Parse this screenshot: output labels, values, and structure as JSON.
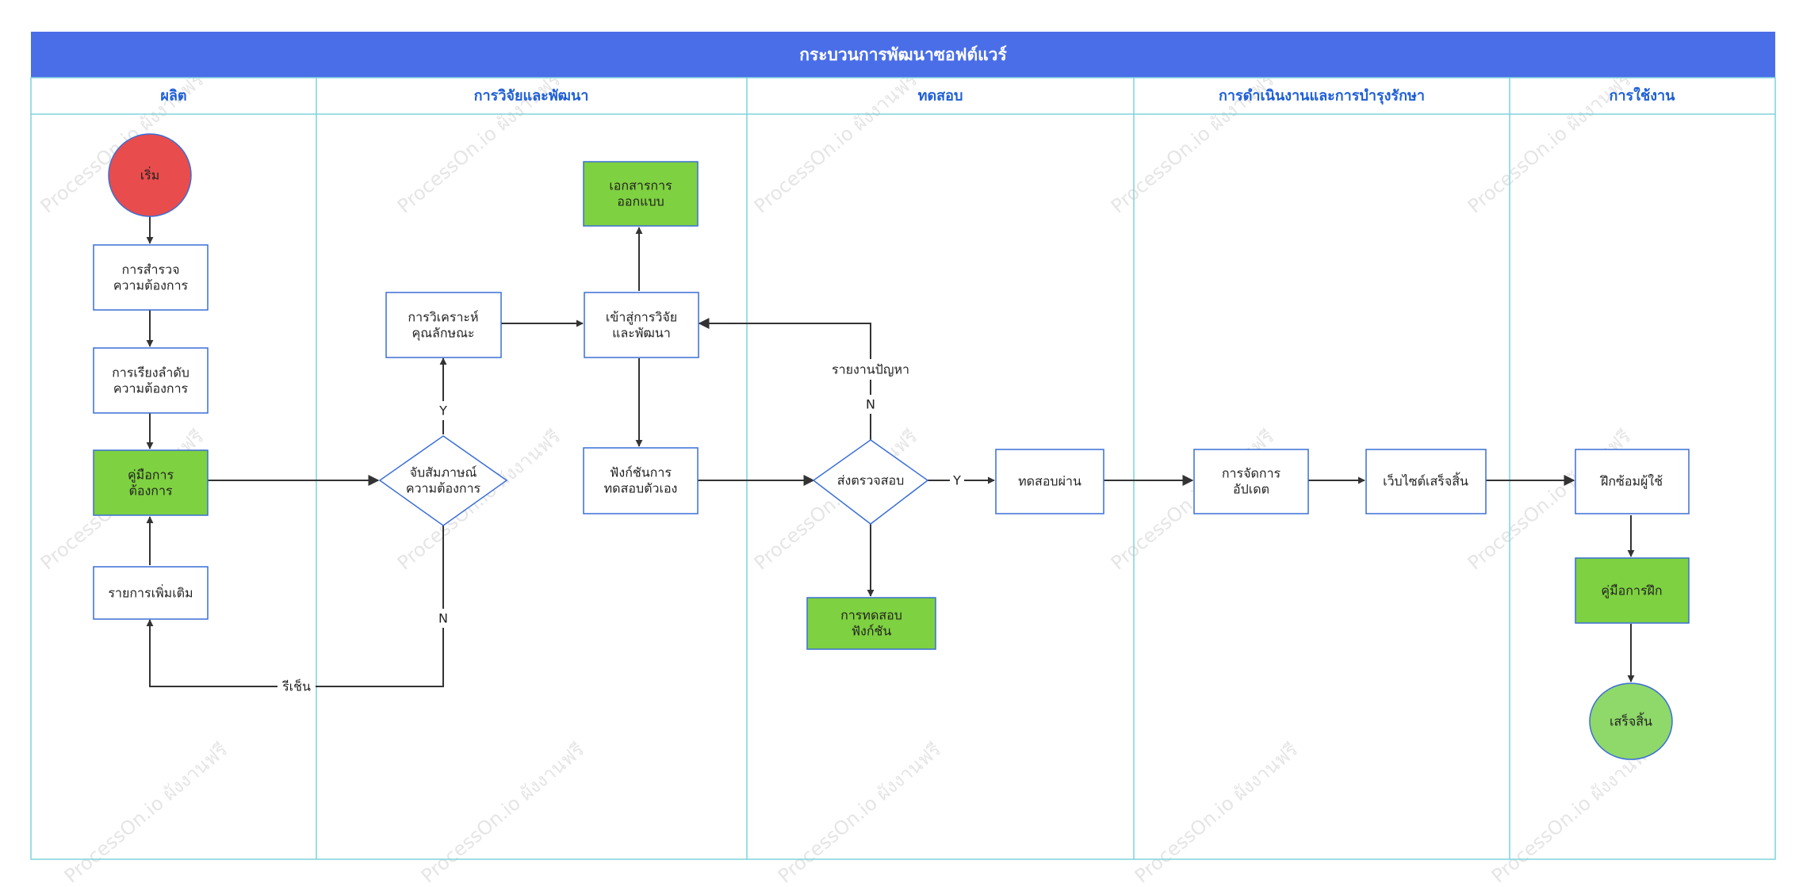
{
  "title": "กระบวนการพัฒนาซอฟต์แวร์",
  "lanes": [
    {
      "id": "lane-production",
      "label": "ผลิต"
    },
    {
      "id": "lane-rnd",
      "label": "การวิจัยและพัฒนา"
    },
    {
      "id": "lane-testing",
      "label": "ทดสอบ"
    },
    {
      "id": "lane-operations",
      "label": "การดำเนินงานและการบำรุงรักษา"
    },
    {
      "id": "lane-usage",
      "label": "การใช้งาน"
    }
  ],
  "nodes": {
    "start": {
      "label": "เริ่ม"
    },
    "survey": {
      "label": "การสำรวจ\nความต้องการ"
    },
    "prioritize": {
      "label": "การเรียงลำดับ\nความต้องการ"
    },
    "req_manual": {
      "label": "คู่มือการ\nต้องการ"
    },
    "additional": {
      "label": "รายการเพิ่มเติม"
    },
    "analysis": {
      "label": "การวิเคราะห์\nคุณลักษณะ"
    },
    "capture": {
      "label": "จับสัมภาษณ์\nความต้องการ"
    },
    "design_doc": {
      "label": "เอกสารการ\nออกแบบ"
    },
    "enter_rnd": {
      "label": "เข้าสู่การวิจัย\nและพัฒนา"
    },
    "self_test": {
      "label": "ฟังก์ชันการ\nทดสอบตัวเอง"
    },
    "inspect": {
      "label": "ส่งตรวจสอบ"
    },
    "func_test": {
      "label": "การทดสอบ\nฟังก์ชัน"
    },
    "test_pass": {
      "label": "ทดสอบผ่าน"
    },
    "update": {
      "label": "การจัดการ\nอัปเดต"
    },
    "site_done": {
      "label": "เว็บไซต์เสร็จสิ้น"
    },
    "training": {
      "label": "ฝึกซ้อมผู้ใช้"
    },
    "train_manual": {
      "label": "คู่มือการฝึก"
    },
    "finish": {
      "label": "เสร็จสิ้น"
    }
  },
  "edge_labels": {
    "yes": "Y",
    "no": "N",
    "review": "รีเช็น",
    "issue_report": "รายงานปัญหา"
  },
  "watermark": "ProcessOn.io ผังงานฟรี",
  "colors": {
    "title_bg": "#4a6ee8",
    "lane_border": "#7fd3dc",
    "lane_text": "#1f5fd6",
    "start": "#e84c4c",
    "green": "#7ed140",
    "finish": "#8fd86a",
    "node_border": "#3a6fd6",
    "edge": "#333333"
  }
}
